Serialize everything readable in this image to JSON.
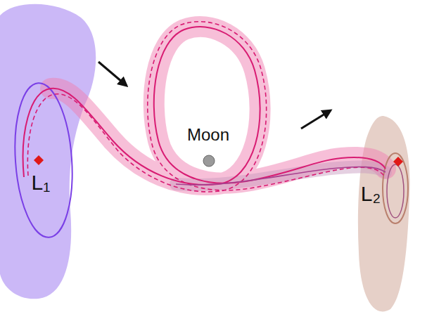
{
  "diagram": {
    "nodes": [
      {
        "text": [
          "L₁"
        ]
      },
      {
        "text": [
          "Moon"
        ]
      },
      {
        "text": [
          "L₂"
        ]
      }
    ],
    "edges": [
      {
        "from": 0,
        "to": 1,
        "arrow": "to"
      },
      {
        "from": 1,
        "to": 2,
        "arrow": "to"
      }
    ]
  }
}
